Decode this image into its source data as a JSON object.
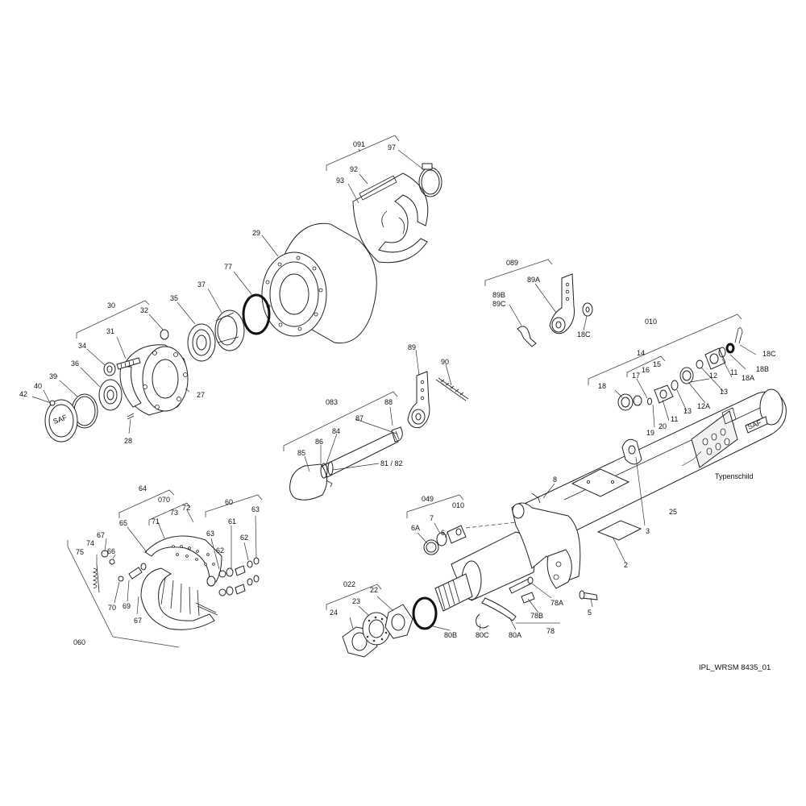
{
  "drawing": {
    "id": "IPL_WRSM 8435_01",
    "nameplate": "Typenschild",
    "brand": "SAF",
    "colors": {
      "line": "#222222",
      "background": "#ffffff"
    }
  },
  "labels": {
    "l091": "091",
    "l97": "97",
    "l92": "92",
    "l93": "93",
    "l29": "29",
    "l77": "77",
    "l37": "37",
    "l35": "35",
    "l30": "30",
    "l32": "32",
    "l31": "31",
    "l34": "34",
    "l36": "36",
    "l39": "39",
    "l40": "40",
    "l42": "42",
    "l27": "27",
    "l28": "28",
    "l089": "089",
    "l89A": "89A",
    "l89B": "89B",
    "l89C": "89C",
    "l18C_a": "18C",
    "l010_a": "010",
    "l18C_b": "18C",
    "l14": "14",
    "l15": "15",
    "l16": "16",
    "l17": "17",
    "l18": "18",
    "l12": "12",
    "l11_a": "11",
    "l18A": "18A",
    "l18B": "18B",
    "l13_a": "13",
    "l13_b": "13",
    "l12A": "12A",
    "l11_b": "11",
    "l20": "20",
    "l19": "19",
    "l89": "89",
    "l90": "90",
    "l083": "083",
    "l88": "88",
    "l87": "87",
    "l84": "84",
    "l86": "86",
    "l85": "85",
    "l81_82": "81 / 82",
    "l64": "64",
    "l070": "070",
    "l73": "73",
    "l72": "72",
    "l71": "71",
    "l65": "65",
    "l67_a": "67",
    "l66": "66",
    "l74": "74",
    "l75": "75",
    "l70": "70",
    "l69": "69",
    "l67_b": "67",
    "l060": "060",
    "l60": "60",
    "l63_a": "63",
    "l61": "61",
    "l62_a": "62",
    "l62_b": "62",
    "l63_b": "63",
    "l049": "049",
    "l6A": "6A",
    "l7": "7",
    "l6": "6",
    "l010_b": "010",
    "l8": "8",
    "l3": "3",
    "l25": "25",
    "l2": "2",
    "l5": "5",
    "l022": "022",
    "l24": "24",
    "l23": "23",
    "l22": "22",
    "l80B": "80B",
    "l80C": "80C",
    "l80A": "80A",
    "l78A": "78A",
    "l78B": "78B",
    "l78": "78"
  }
}
